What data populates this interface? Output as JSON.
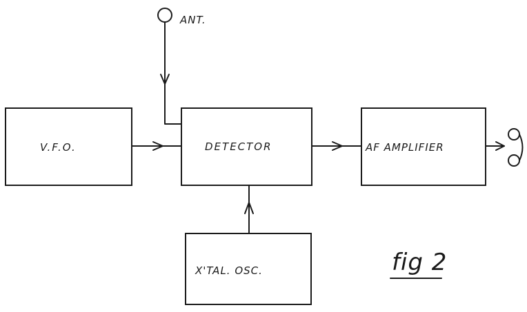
{
  "antenna": {
    "label": "ANT."
  },
  "blocks": {
    "vfo": {
      "label": "V.F.O."
    },
    "detector": {
      "label": "DETECTOR"
    },
    "af_amplifier": {
      "label": "AF AMPLIFIER"
    },
    "xtal_osc": {
      "label": "X'TAL. OSC."
    }
  },
  "connections": [
    {
      "from": "antenna",
      "to": "detector"
    },
    {
      "from": "vfo",
      "to": "detector"
    },
    {
      "from": "xtal_osc",
      "to": "detector"
    },
    {
      "from": "detector",
      "to": "af_amplifier"
    },
    {
      "from": "af_amplifier",
      "to": "headphones"
    }
  ],
  "caption": "fig 2"
}
